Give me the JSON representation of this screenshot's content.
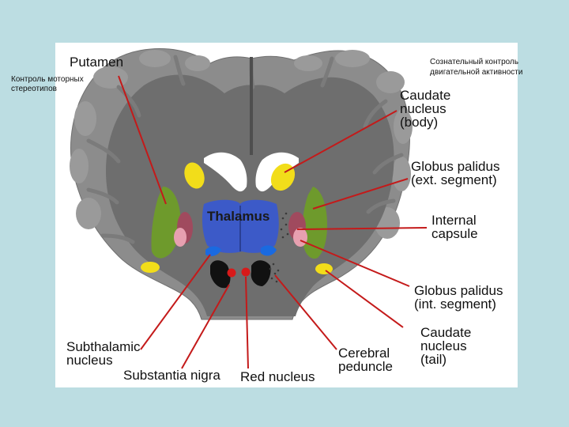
{
  "notes": {
    "left_line1": "Контроль моторных",
    "left_line2": "стереотипов",
    "right_line1": "Сознательный контроль",
    "right_line2": "двигательной активности"
  },
  "labels": {
    "putamen": "Putamen",
    "caudate_body_1": "Caudate",
    "caudate_body_2": "nucleus",
    "caudate_body_3": "(body)",
    "gp_ext_1": "Globus palidus",
    "gp_ext_2": "(ext. segment)",
    "internal_capsule_1": "Internal",
    "internal_capsule_2": "capsule",
    "gp_int_1": "Globus palidus",
    "gp_int_2": "(int. segment)",
    "caudate_tail_1": "Caudate",
    "caudate_tail_2": "nucleus",
    "caudate_tail_3": "(tail)",
    "cerebral_peduncle_1": "Cerebral",
    "cerebral_peduncle_2": "peduncle",
    "red_nucleus": "Red nucleus",
    "substantia_nigra": "Substantia nigra",
    "subthalamic_1": "Subthalamic",
    "subthalamic_2": "nucleus",
    "thalamus": "Thalamus"
  },
  "colors": {
    "background": "#bcdde2",
    "cortex": "#8c8c8c",
    "white_matter": "#6e6e6e",
    "leader_line": "#c41a1a",
    "putamen": "#6e9a2c",
    "caudate": "#f2dd1a",
    "globus_pallidus_ext": "#a04a5e",
    "globus_pallidus_int": "#e7a0b0",
    "thalamus": "#3c5ac8",
    "subthalamic": "#1a6ae0",
    "substantia_nigra": "#111111",
    "red_nucleus": "#d71a1a"
  }
}
